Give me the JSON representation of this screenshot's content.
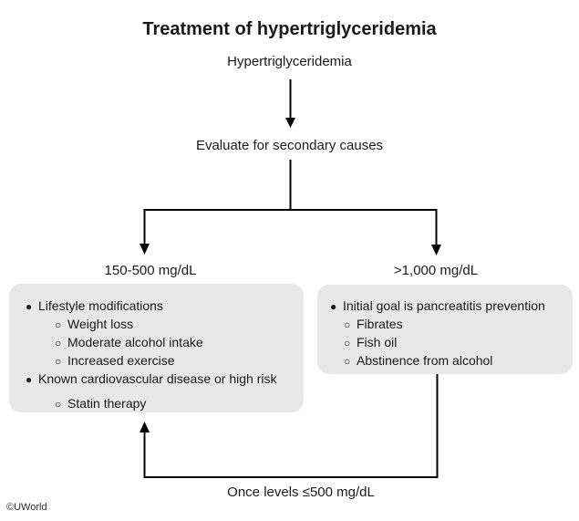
{
  "title": "Treatment of hypertriglyceridemia",
  "flow": {
    "root": "Hypertriglyceridemia",
    "step1": "Evaluate for secondary causes",
    "left_branch_label": "150-500 mg/dL",
    "right_branch_label": ">1,000 mg/dL",
    "loop_label": "Once levels ≤500 mg/dL"
  },
  "left_box": {
    "items": [
      {
        "bullet": "●",
        "text": "Lifestyle modifications"
      },
      {
        "bullet": "○",
        "text": "Weight loss"
      },
      {
        "bullet": "○",
        "text": "Moderate alcohol intake"
      },
      {
        "bullet": "○",
        "text": "Increased exercise"
      },
      {
        "bullet": "●",
        "text": "Known cardiovascular disease or high risk"
      },
      {
        "bullet": "○",
        "text": "Statin therapy"
      }
    ]
  },
  "right_box": {
    "items": [
      {
        "bullet": "●",
        "text": "Initial goal is pancreatitis prevention"
      },
      {
        "bullet": "○",
        "text": "Fibrates"
      },
      {
        "bullet": "○",
        "text": "Fish oil"
      },
      {
        "bullet": "○",
        "text": "Abstinence from alcohol"
      }
    ]
  },
  "footer": {
    "copyright": "©UWorld"
  },
  "colors": {
    "background": "#ffffff",
    "box_bg": "#e8e8e8",
    "line": "#000000",
    "text": "#1a1a1a"
  }
}
